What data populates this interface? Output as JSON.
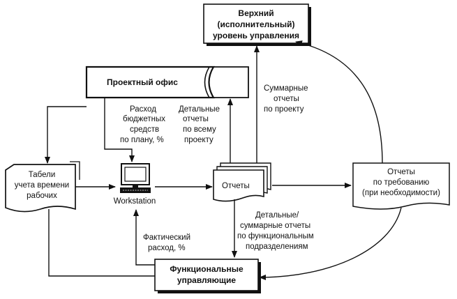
{
  "nodes": {
    "top_level": [
      "Верхний",
      "(исполнительный)",
      "уровень управления"
    ],
    "project_office": "Проектный офис",
    "timesheets": [
      "Табели",
      "учета времени",
      "рабочих"
    ],
    "workstation": "Workstation",
    "reports": "Отчеты",
    "on_demand": [
      "Отчеты",
      "по требованию",
      "(при необходимости)"
    ],
    "functional_managers": [
      "Функциональные",
      "управляющие"
    ]
  },
  "edge_labels": {
    "budget": [
      "Расход",
      "бюджетных",
      "средств",
      "по плану, %"
    ],
    "detailed_project": [
      "Детальные",
      "отчеты",
      "по всему",
      "проекту"
    ],
    "summary_project": [
      "Суммарные",
      "отчеты",
      "по проекту"
    ],
    "functional_reports": [
      "Детальные/",
      "суммарные отчеты",
      "по функциональным",
      "подразделениям"
    ],
    "actual": [
      "Фактический",
      "расход, %"
    ]
  },
  "colors": {
    "ink": "#111111",
    "paper": "#ffffff"
  },
  "icons": {
    "workstation": "computer-icon"
  }
}
